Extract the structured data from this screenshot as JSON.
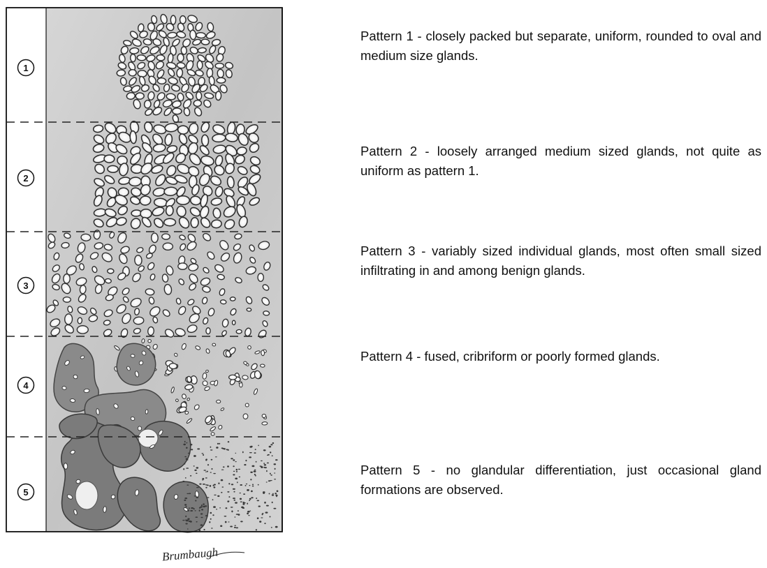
{
  "diagram": {
    "zones": [
      {
        "label": "1"
      },
      {
        "label": "2"
      },
      {
        "label": "3"
      },
      {
        "label": "4"
      },
      {
        "label": "5"
      }
    ],
    "signature": "Brumbaugh",
    "colors": {
      "background": "#ffffff",
      "border": "#111111",
      "stroma": "#c9c9c9",
      "gland_outline": "#2a2a2a",
      "gland_fill": "#f4f4f4",
      "tumor": "#7d7d7d"
    }
  },
  "descriptions": [
    {
      "text": "Pattern 1 - closely packed but separate, uniform, rounded to oval and medium size glands."
    },
    {
      "text": "Pattern 2 - loosely arranged medium sized glands, not quite as uniform as pattern 1."
    },
    {
      "text": "Pattern 3 - variably sized individual glands, most often small sized infiltrating in and among benign glands."
    },
    {
      "text": "Pattern 4 - fused, cribriform or poorly formed glands."
    },
    {
      "text": "Pattern 5 - no glandular differentiation, just occasional gland formations are observed."
    }
  ]
}
